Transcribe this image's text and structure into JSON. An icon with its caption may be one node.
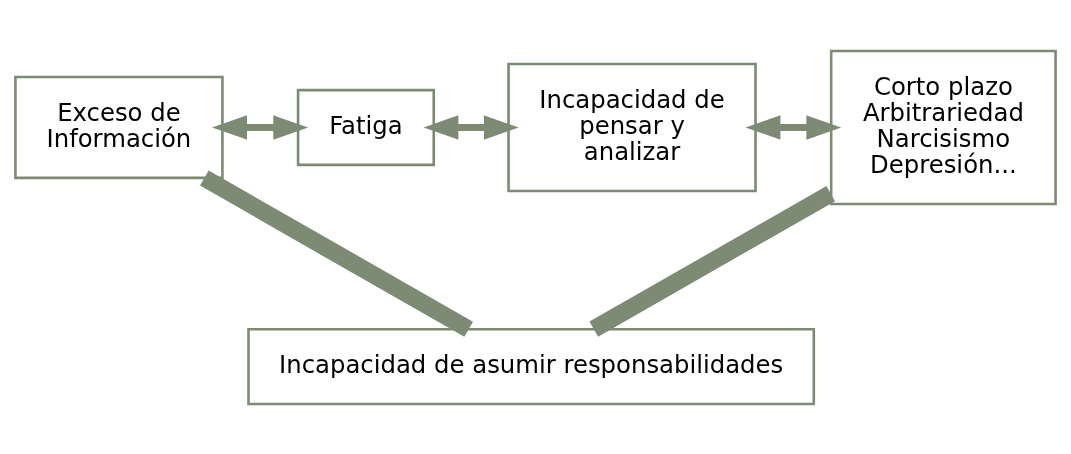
{
  "diagram": {
    "nodes": [
      {
        "text": [
          "Exceso de Información"
        ]
      },
      {
        "text": [
          "Fatiga"
        ]
      },
      {
        "text": [
          "Incapacidad de pensar y analizar"
        ]
      },
      {
        "text": [
          "Corto plazo",
          "Arbitrariedad",
          "Narcisismo",
          "Depresión..."
        ]
      },
      {
        "text": [
          "Incapacidad de asumir responsabilidades"
        ]
      }
    ],
    "edges": [
      {
        "from": 0,
        "to": 1,
        "arrow": "both"
      },
      {
        "from": 1,
        "to": 2,
        "arrow": "both"
      },
      {
        "from": 2,
        "to": 3,
        "arrow": "both"
      },
      {
        "from": 0,
        "to": 4,
        "arrow": "none",
        "style": "thick"
      },
      {
        "from": 3,
        "to": 4,
        "arrow": "none",
        "style": "thick"
      }
    ]
  }
}
